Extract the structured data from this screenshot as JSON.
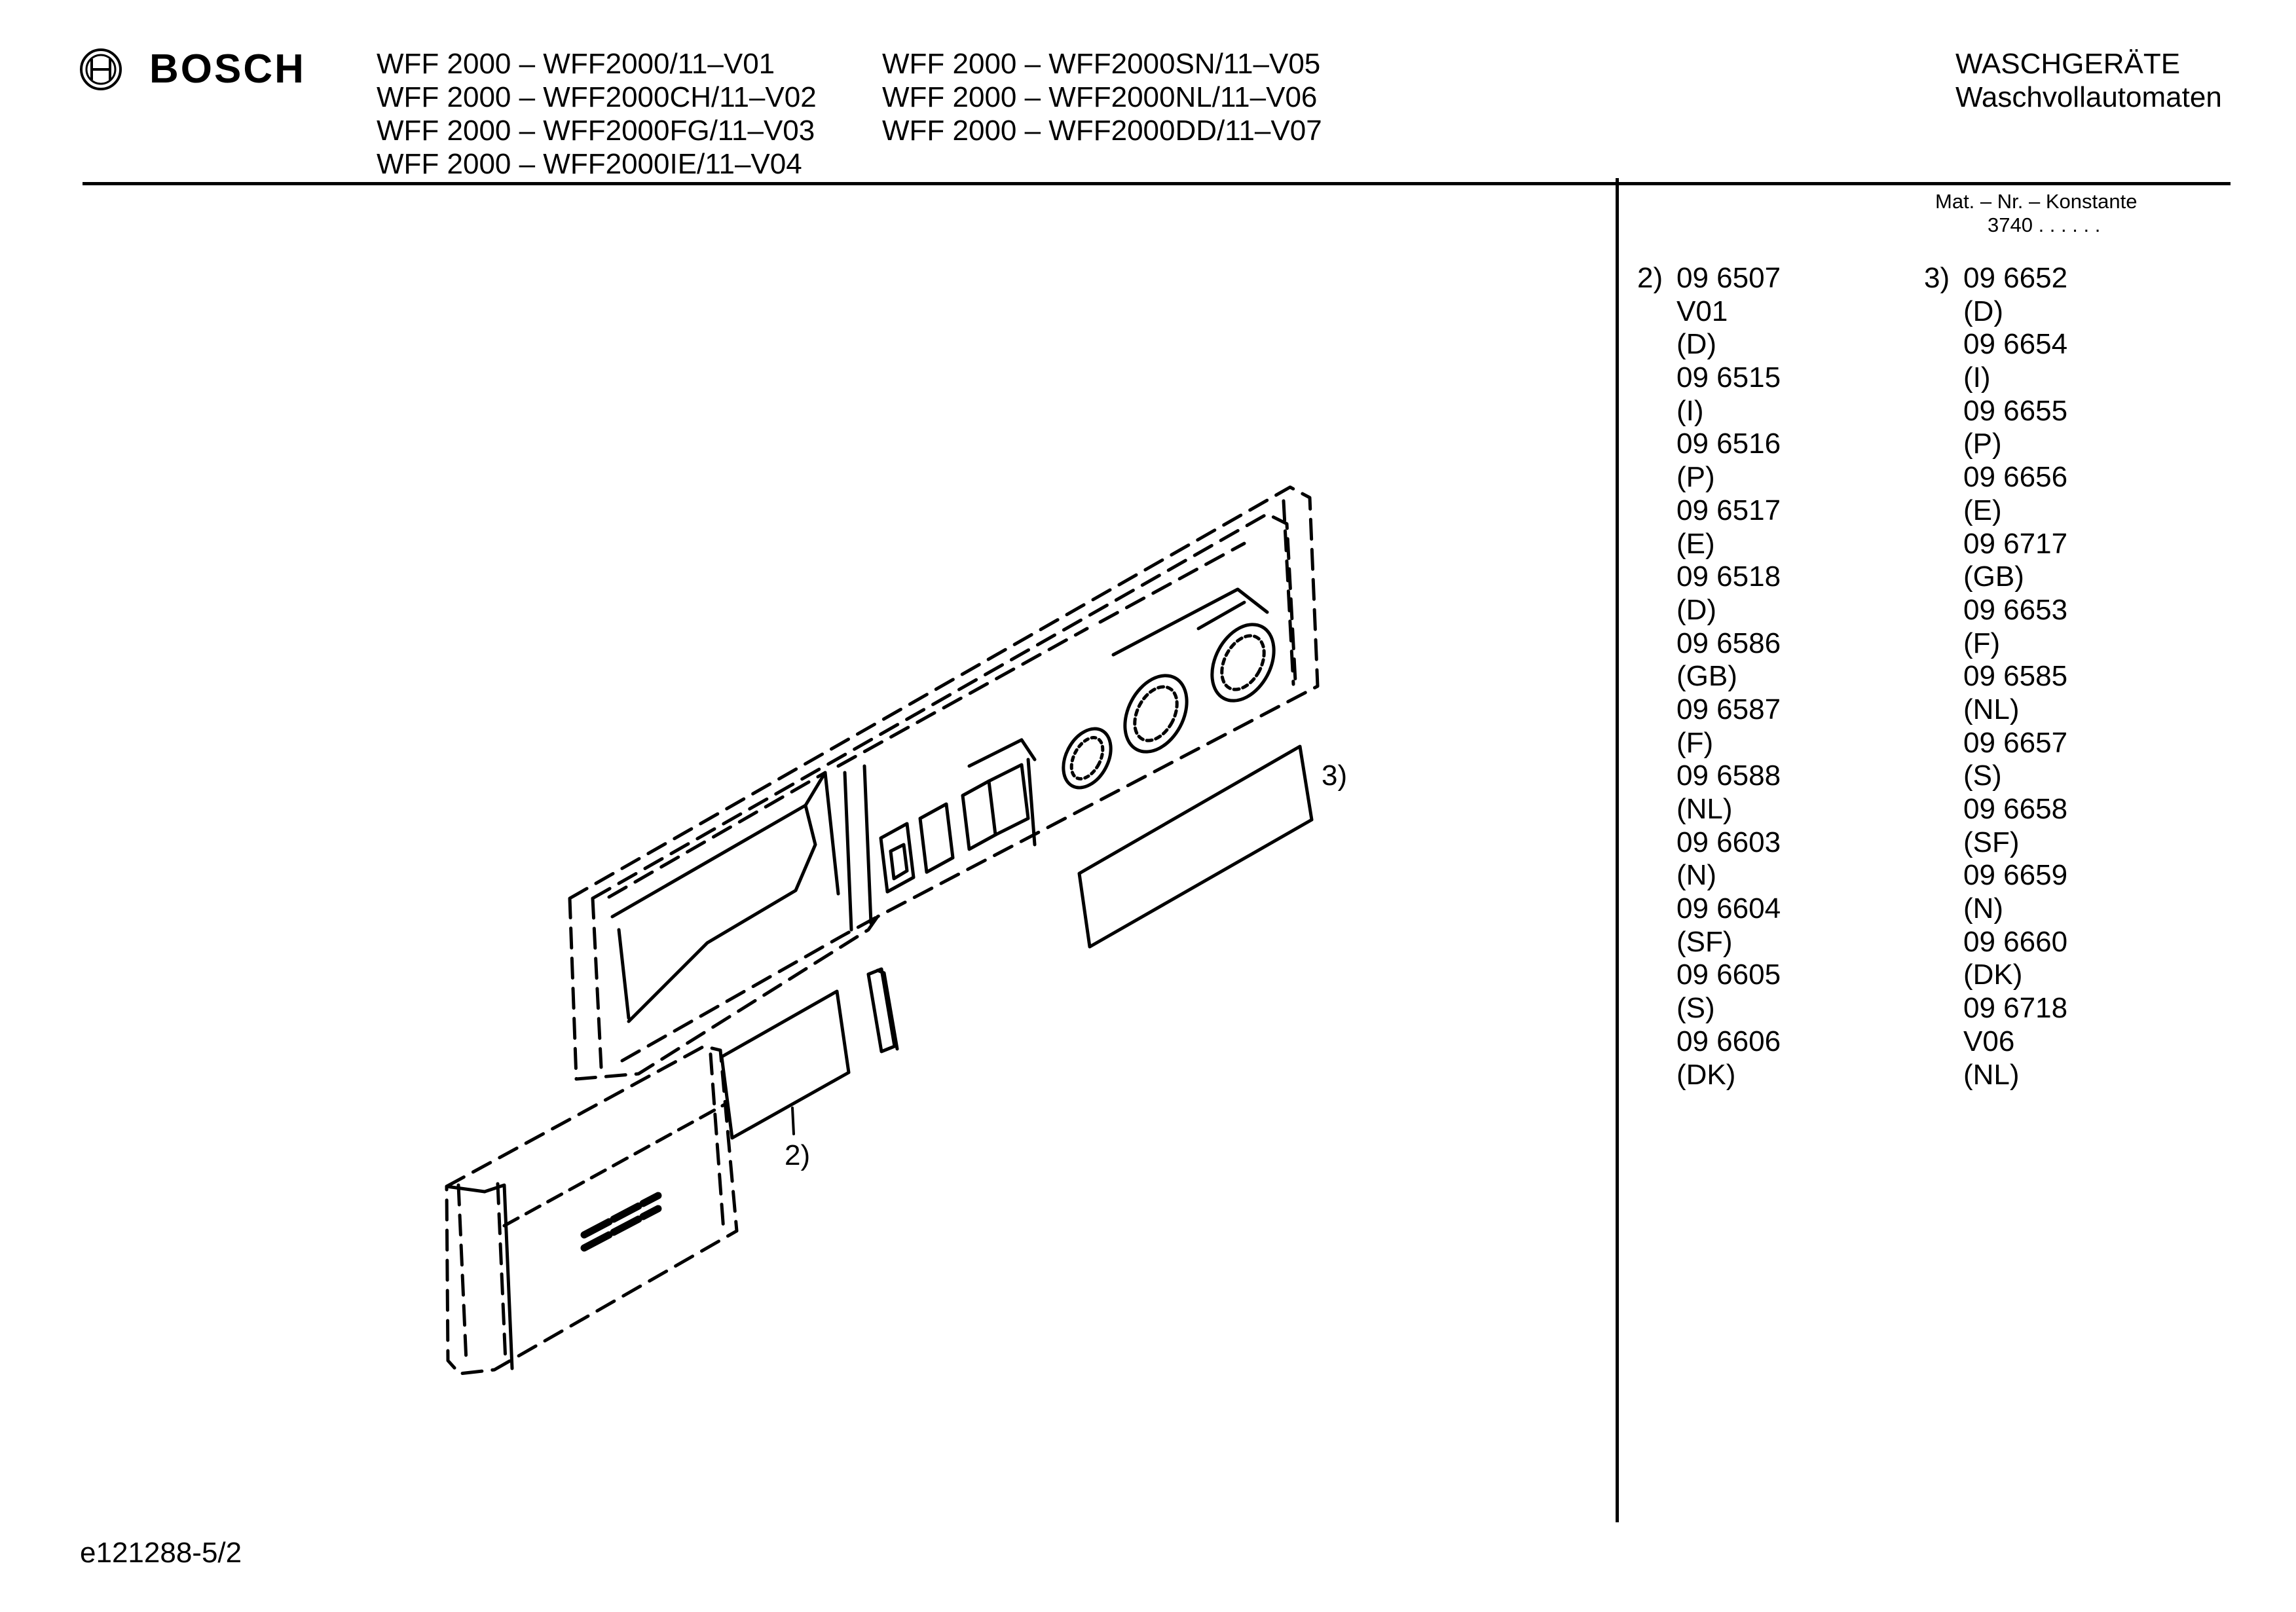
{
  "brand": {
    "name": "BOSCH",
    "logo_icon": "bosch-armature-logo-icon"
  },
  "models": {
    "col1": [
      "WFF 2000 – WFF2000/11–V01",
      "WFF 2000 – WFF2000CH/11–V02",
      "WFF 2000 – WFF2000FG/11–V03",
      "WFF 2000 – WFF2000IE/11–V04"
    ],
    "col2": [
      "WFF 2000 – WFF2000SN/11–V05",
      "WFF 2000 – WFF2000NL/11–V06",
      "WFF 2000 – WFF2000DD/11–V07"
    ]
  },
  "category": {
    "line1": "WASCHGERÄTE",
    "line2": "Waschvollautomaten"
  },
  "konstante": {
    "label": "Mat. – Nr. – Konstante",
    "value": "3740 .  .  .  .  .  ."
  },
  "parts": {
    "group2": {
      "marker": "2)",
      "entries": [
        "09 6507",
        "V01",
        "(D)",
        "09 6515",
        "(I)",
        "09 6516",
        "(P)",
        "09 6517",
        "(E)",
        "09 6518",
        "(D)",
        "09 6586",
        "(GB)",
        "09 6587",
        "(F)",
        "09 6588",
        "(NL)",
        "09 6603",
        "(N)",
        "09 6604",
        "(SF)",
        "09 6605",
        "(S)",
        "09 6606",
        "(DK)"
      ]
    },
    "group3": {
      "marker": "3)",
      "entries": [
        "09 6652",
        "(D)",
        "09 6654",
        "(I)",
        "09 6655",
        "(P)",
        "09 6656",
        "(E)",
        "09 6717",
        "(GB)",
        "09 6653",
        "(F)",
        "09 6585",
        "(NL)",
        "09 6657",
        "(S)",
        "09 6658",
        "(SF)",
        "09 6659",
        "(N)",
        "09 6660",
        "(DK)",
        "09 6718",
        "V06",
        "(NL)"
      ]
    }
  },
  "callouts": {
    "c2": "2)",
    "c3": "3)"
  },
  "footer": {
    "code": "e121288-5/2"
  }
}
